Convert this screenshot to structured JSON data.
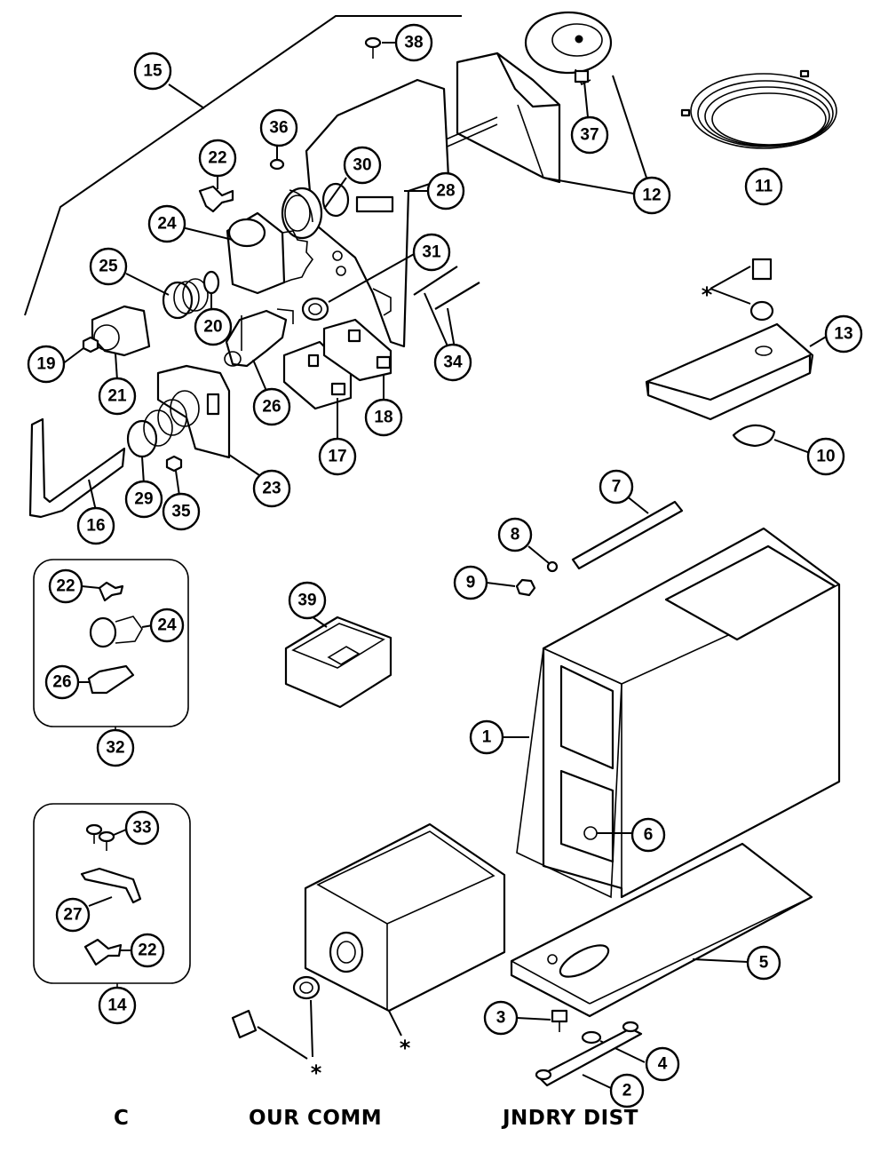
{
  "callouts": {
    "c1": "1",
    "c2": "2",
    "c3": "3",
    "c4": "4",
    "c5": "5",
    "c6": "6",
    "c7": "7",
    "c8": "8",
    "c9": "9",
    "c10": "10",
    "c11": "11",
    "c12": "12",
    "c13": "13",
    "c14": "14",
    "c15": "15",
    "c16": "16",
    "c17": "17",
    "c18": "18",
    "c19": "19",
    "c20": "20",
    "c21": "21",
    "c22": "22",
    "c23": "23",
    "c24": "24",
    "c25": "25",
    "c26": "26",
    "c27": "27",
    "c28": "28",
    "c29": "29",
    "c30": "30",
    "c31": "31",
    "c32": "32",
    "c33": "33",
    "c34": "34",
    "c35": "35",
    "c36": "36",
    "c37": "37",
    "c38": "38",
    "c39": "39"
  },
  "asterisk": "*",
  "footer": {
    "left": "C",
    "middle": "OUR COMM",
    "right": "JNDRY DIST"
  }
}
